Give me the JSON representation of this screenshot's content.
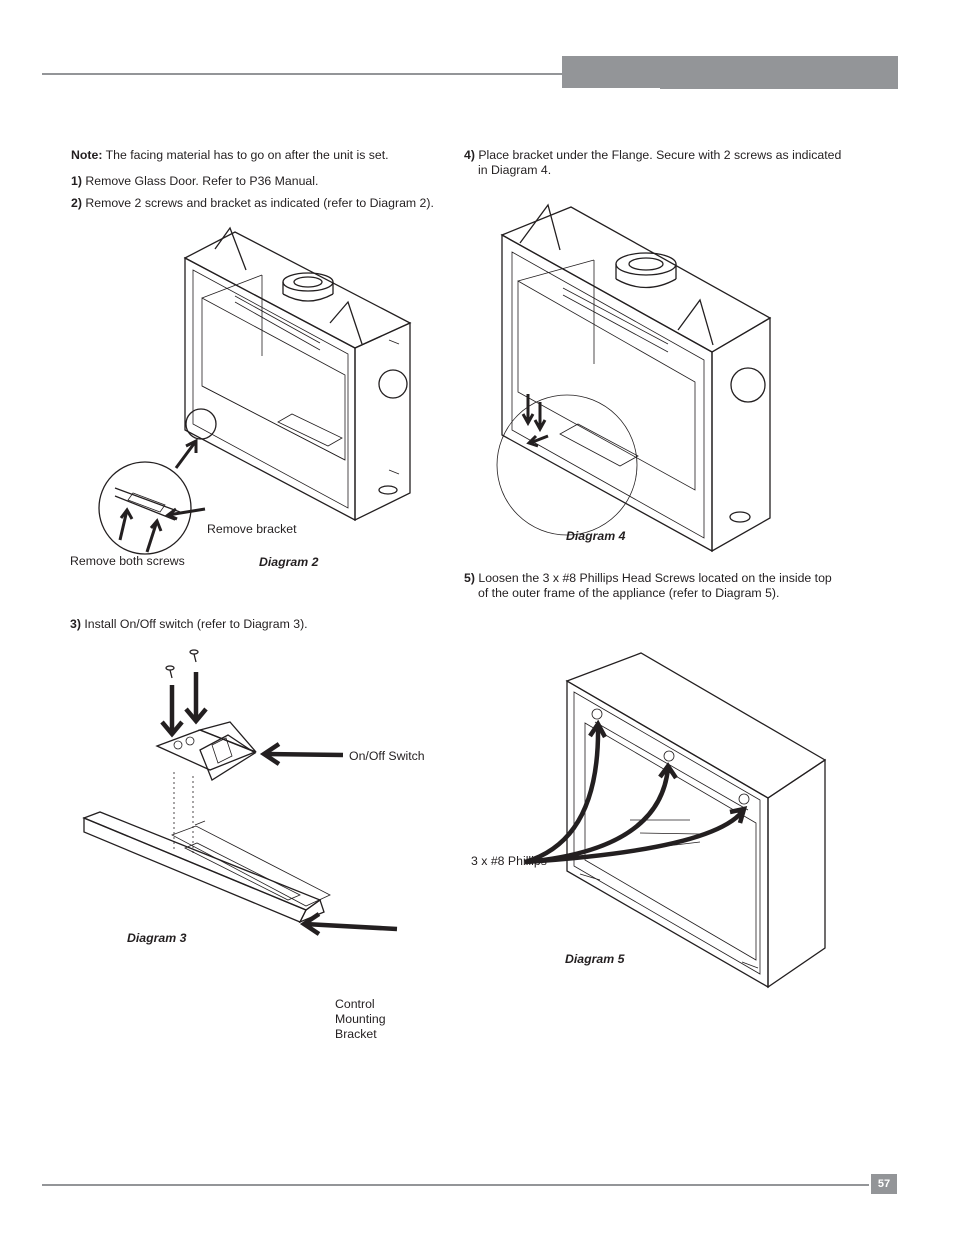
{
  "header": {
    "band_color": "#939598",
    "rule_color": "#939598"
  },
  "left": {
    "note_label": "Note:",
    "note_text": " The facing material has to go on after the unit is set.",
    "step1_num": "1)",
    "step1_text": " Remove Glass Door. Refer to P36 Manual.",
    "step2_num": "2)",
    "step2_text": " Remove 2 screws and bracket as indicated (refer to Diagram 2).",
    "diagram2": {
      "caption": "Diagram 2",
      "label_bracket": "Remove bracket",
      "label_screws": "Remove both screws"
    },
    "step3_num": "3)",
    "step3_text": " Install On/Off switch (refer to Diagram 3).",
    "diagram3": {
      "caption": "Diagram 3",
      "label_switch": "On/Off Switch",
      "label_bracket_1": "Control",
      "label_bracket_2": "Mounting",
      "label_bracket_3": "Bracket"
    }
  },
  "right": {
    "step4_num": "4)",
    "step4_line1": " Place bracket under the Flange. Secure with 2 screws as indicated",
    "step4_line2": "in Diagram 4.",
    "diagram4": {
      "caption": "Diagram 4"
    },
    "step5_num": "5)",
    "step5_line1": " Loosen the 3 x #8 Phillips Head Screws located on the inside top",
    "step5_line2": "of the outer frame of the appliance (refer to Diagram 5).",
    "diagram5": {
      "caption": "Diagram 5",
      "label_screws": "3 x #8 Phillips"
    }
  },
  "footer": {
    "page_number": "57",
    "badge_color": "#939598"
  }
}
